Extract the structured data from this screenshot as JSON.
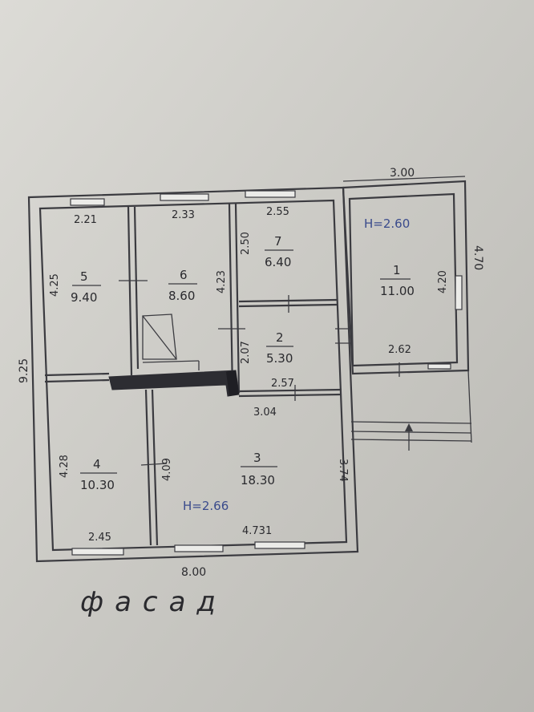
{
  "rooms": [
    {
      "id": "1",
      "number": "1",
      "area": "11.00"
    },
    {
      "id": "2",
      "number": "2",
      "area": "5.30"
    },
    {
      "id": "3",
      "number": "3",
      "area": "18.30"
    },
    {
      "id": "4",
      "number": "4",
      "area": "10.30"
    },
    {
      "id": "5",
      "number": "5",
      "area": "9.40"
    },
    {
      "id": "6",
      "number": "6",
      "area": "8.60"
    },
    {
      "id": "7",
      "number": "7",
      "area": "6.40"
    }
  ],
  "heights": {
    "main": "H=2.66",
    "annex": "H=2.60"
  },
  "dimensions": {
    "overall_width": "8.00",
    "overall_depth": "9.25",
    "annex_width": "3.00",
    "annex_depth": "4.70",
    "room5_width": "2.21",
    "room6_width": "2.33",
    "room7_width": "2.55",
    "room5_depth": "4.25",
    "room6_depth": "4.23",
    "room7_depth": "2.50",
    "room2_depth": "2.07",
    "room2_width": "2.57",
    "room3_width_top": "3.04",
    "room4_depth": "4.28",
    "room4_partition": "4.09",
    "room3_depth": "3.74",
    "room4_width": "2.45",
    "room3_width": "4.731",
    "room1_depth": "4.20",
    "room1_width": "2.62"
  },
  "caption": "фасад",
  "colors": {
    "paper": "#c9c8c4",
    "ink": "#2a2a2e",
    "blue_ink": "#3a4b8c"
  }
}
